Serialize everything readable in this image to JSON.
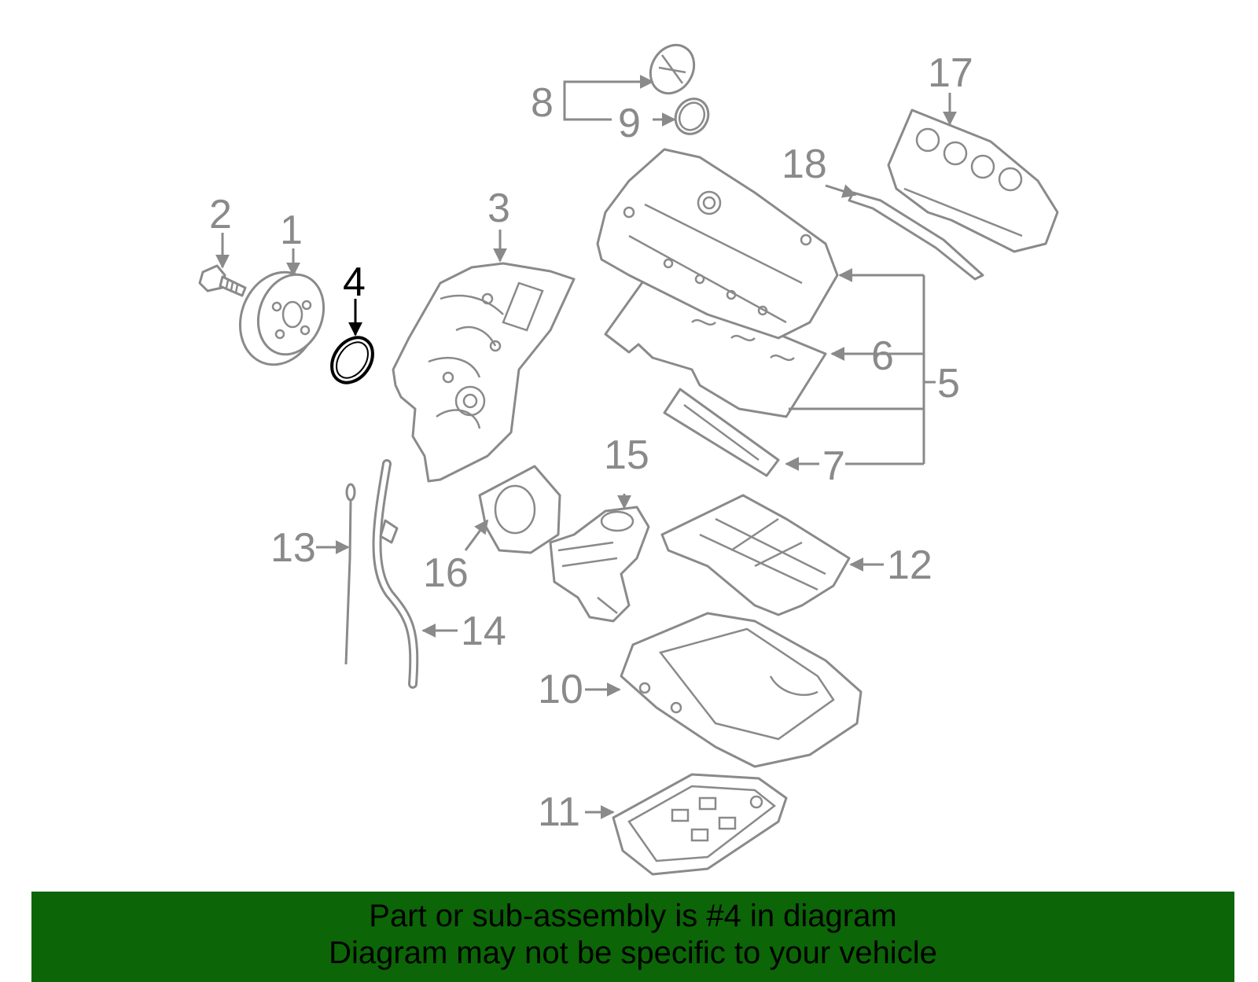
{
  "highlight_part": "4",
  "colors": {
    "line": "#8a8a8a",
    "highlight": "#000000",
    "banner": "#0c6507"
  },
  "callouts": [
    {
      "id": "1",
      "label": "1",
      "highlight": false
    },
    {
      "id": "2",
      "label": "2",
      "highlight": false
    },
    {
      "id": "3",
      "label": "3",
      "highlight": false
    },
    {
      "id": "4",
      "label": "4",
      "highlight": true
    },
    {
      "id": "5",
      "label": "5",
      "highlight": false
    },
    {
      "id": "6",
      "label": "6",
      "highlight": false
    },
    {
      "id": "7",
      "label": "7",
      "highlight": false
    },
    {
      "id": "8",
      "label": "8",
      "highlight": false
    },
    {
      "id": "9",
      "label": "9",
      "highlight": false
    },
    {
      "id": "10",
      "label": "10",
      "highlight": false
    },
    {
      "id": "11",
      "label": "11",
      "highlight": false
    },
    {
      "id": "12",
      "label": "12",
      "highlight": false
    },
    {
      "id": "13",
      "label": "13",
      "highlight": false
    },
    {
      "id": "14",
      "label": "14",
      "highlight": false
    },
    {
      "id": "15",
      "label": "15",
      "highlight": false
    },
    {
      "id": "16",
      "label": "16",
      "highlight": false
    },
    {
      "id": "17",
      "label": "17",
      "highlight": false
    },
    {
      "id": "18",
      "label": "18",
      "highlight": false
    }
  ],
  "banner": {
    "line1": "Part or sub-assembly is #4 in diagram",
    "line2": "Diagram may not be specific to your vehicle"
  }
}
